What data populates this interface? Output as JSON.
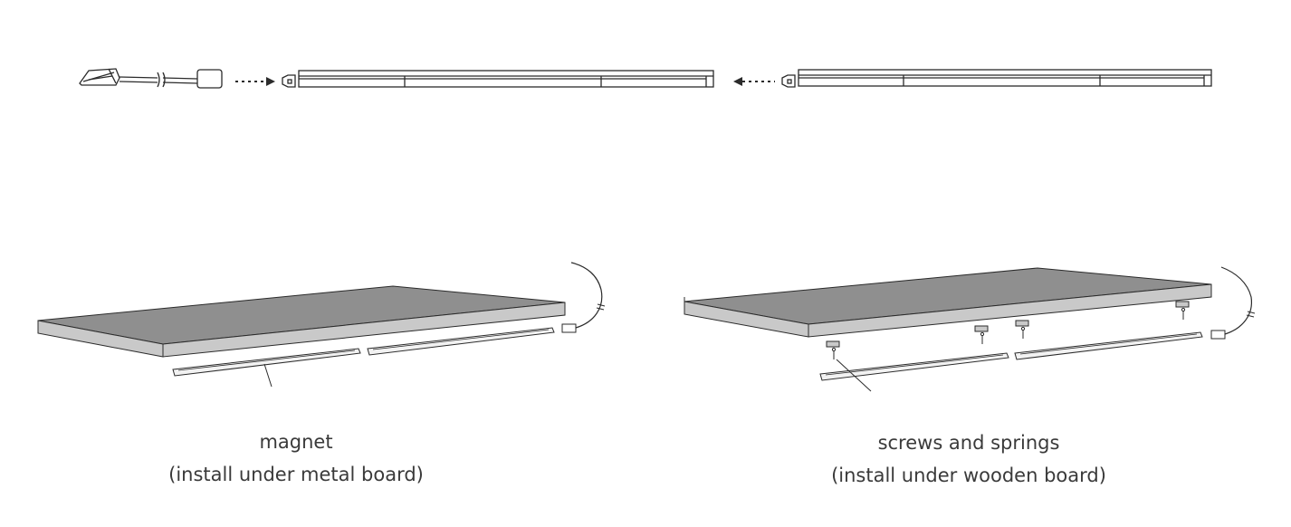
{
  "captions": {
    "magnet": {
      "title": "magnet",
      "subtitle": "(install under metal board)"
    },
    "screws": {
      "title": "screws and springs",
      "subtitle": "(install under wooden board)"
    }
  },
  "colors": {
    "line": "#2b2b2b",
    "board_top": "#8f8f8f",
    "board_edge": "#c9c9c9",
    "light_bar": "#f2f2f2",
    "caption_text": "#3a3a3a"
  },
  "icons": {
    "plug": "usb-plug-icon",
    "connector": "connector-box-icon",
    "arrow": "dotted-arrow-icon"
  }
}
